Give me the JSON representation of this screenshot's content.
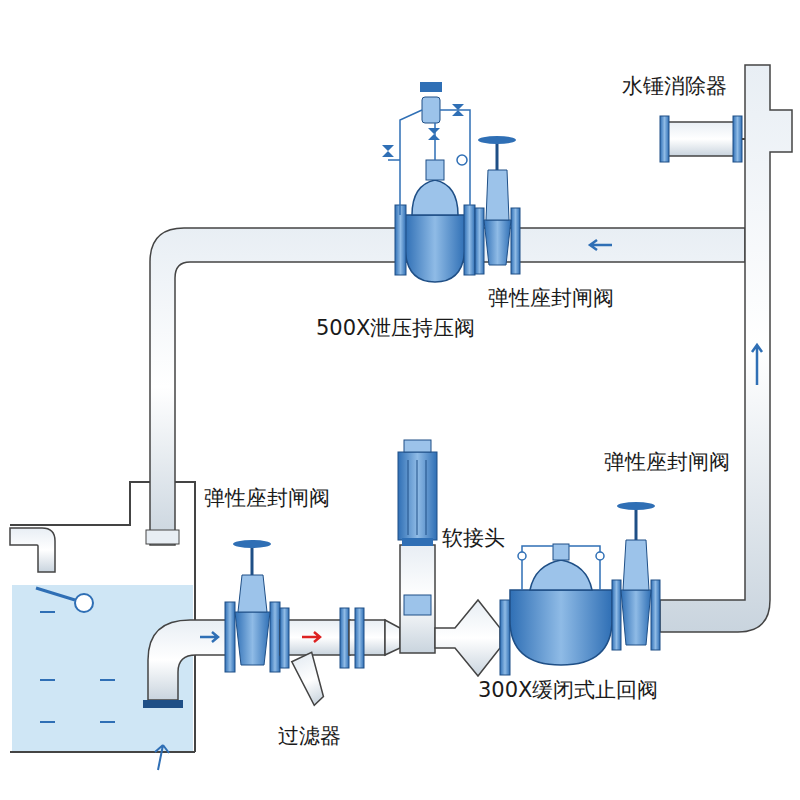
{
  "diagram": {
    "labels": [
      "水锤消除器",
      "500X泄压持压阀",
      "弹性座封闸阀",
      "弹性座封闸阀",
      "软接头",
      "弹性座封闸阀",
      "过滤器",
      "300X缓闭式止回阀"
    ]
  }
}
